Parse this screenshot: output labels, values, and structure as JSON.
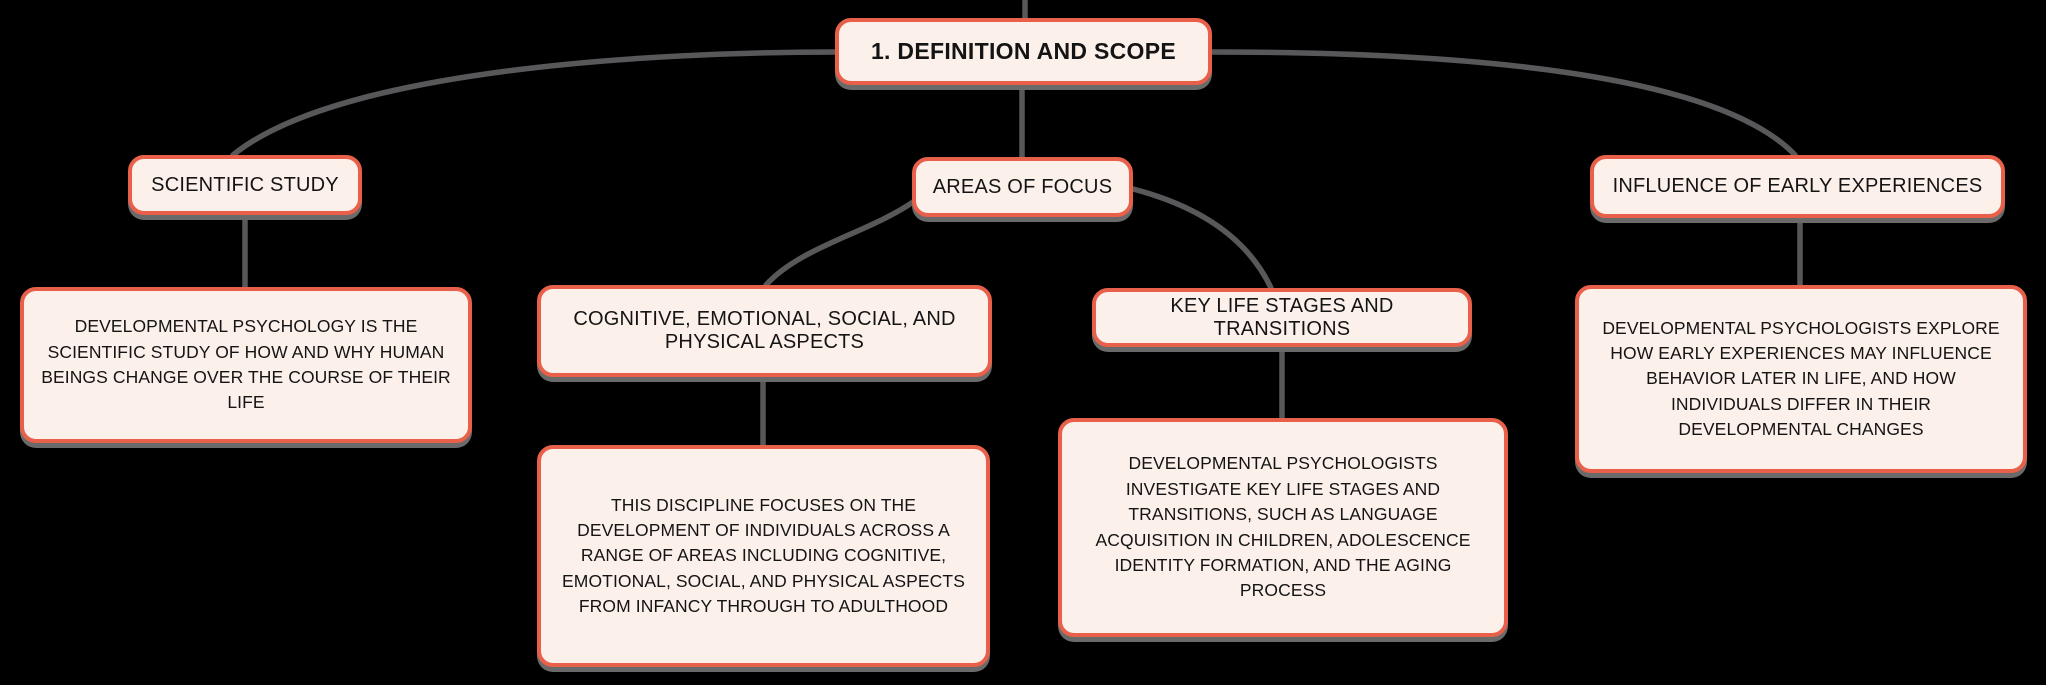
{
  "mindmap": {
    "root": {
      "label": "1. DEFINITION AND SCOPE"
    },
    "branches": [
      {
        "label": "SCIENTIFIC STUDY",
        "detail": "DEVELOPMENTAL PSYCHOLOGY IS THE SCIENTIFIC STUDY OF HOW AND WHY HUMAN BEINGS CHANGE OVER THE COURSE OF THEIR LIFE"
      },
      {
        "label": "AREAS OF FOCUS",
        "children": [
          {
            "label": "COGNITIVE, EMOTIONAL, SOCIAL, AND PHYSICAL ASPECTS",
            "detail": "THIS DISCIPLINE FOCUSES ON THE DEVELOPMENT OF INDIVIDUALS ACROSS A RANGE OF AREAS INCLUDING COGNITIVE, EMOTIONAL, SOCIAL, AND PHYSICAL ASPECTS FROM INFANCY THROUGH TO ADULTHOOD"
          },
          {
            "label": "KEY LIFE STAGES AND TRANSITIONS",
            "detail": "DEVELOPMENTAL PSYCHOLOGISTS INVESTIGATE KEY LIFE STAGES AND TRANSITIONS, SUCH AS LANGUAGE ACQUISITION IN CHILDREN, ADOLESCENCE IDENTITY FORMATION, AND THE AGING PROCESS"
          }
        ]
      },
      {
        "label": "INFLUENCE OF EARLY EXPERIENCES",
        "detail": "DEVELOPMENTAL PSYCHOLOGISTS EXPLORE HOW EARLY EXPERIENCES MAY INFLUENCE BEHAVIOR LATER IN LIFE, AND HOW INDIVIDUALS DIFFER IN THEIR DEVELOPMENTAL CHANGES"
      }
    ],
    "colors": {
      "background": "#000000",
      "node_fill": "#fcf0ea",
      "node_border": "#e8604a",
      "node_text": "#141414",
      "connector": "#58585a",
      "node_shadow": "#6a6a6a"
    }
  }
}
